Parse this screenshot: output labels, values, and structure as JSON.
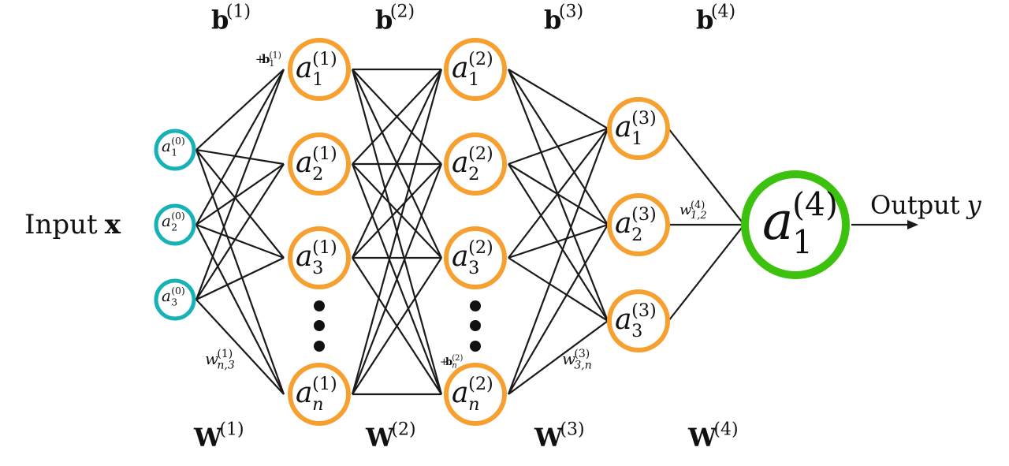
{
  "colors": {
    "input_node": "#17b2b5",
    "hidden_node": "#f7a032",
    "output_node": "#3cc20e",
    "edge": "#1a1a1a"
  },
  "input_label": {
    "text": "Input",
    "symbol": "x"
  },
  "output_label": {
    "text": "Output",
    "symbol": "y"
  },
  "biases": [
    {
      "base": "b",
      "sup": "(1)"
    },
    {
      "base": "b",
      "sup": "(2)"
    },
    {
      "base": "b",
      "sup": "(3)"
    },
    {
      "base": "b",
      "sup": "(4)"
    }
  ],
  "weights": [
    {
      "base": "W",
      "sup": "(1)"
    },
    {
      "base": "W",
      "sup": "(2)"
    },
    {
      "base": "W",
      "sup": "(3)"
    },
    {
      "base": "W",
      "sup": "(4)"
    }
  ],
  "layers": {
    "input": [
      {
        "base": "a",
        "sub": "1",
        "sup": "(0)"
      },
      {
        "base": "a",
        "sub": "2",
        "sup": "(0)"
      },
      {
        "base": "a",
        "sub": "3",
        "sup": "(0)"
      }
    ],
    "hidden1": [
      {
        "base": "a",
        "sub": "1",
        "sup": "(1)"
      },
      {
        "base": "a",
        "sub": "2",
        "sup": "(1)"
      },
      {
        "base": "a",
        "sub": "3",
        "sup": "(1)"
      },
      {
        "base": "a",
        "sub": "n",
        "sup": "(1)"
      }
    ],
    "hidden2": [
      {
        "base": "a",
        "sub": "1",
        "sup": "(2)"
      },
      {
        "base": "a",
        "sub": "2",
        "sup": "(2)"
      },
      {
        "base": "a",
        "sub": "3",
        "sup": "(2)"
      },
      {
        "base": "a",
        "sub": "n",
        "sup": "(2)"
      }
    ],
    "hidden3": [
      {
        "base": "a",
        "sub": "1",
        "sup": "(3)"
      },
      {
        "base": "a",
        "sub": "2",
        "sup": "(3)"
      },
      {
        "base": "a",
        "sub": "3",
        "sup": "(3)"
      }
    ],
    "output": [
      {
        "base": "a",
        "sub": "1",
        "sup": "(4)"
      }
    ]
  },
  "annotations": {
    "bias_term_1": {
      "prefix": "+",
      "base": "b",
      "sub": "1",
      "sup": "(1)"
    },
    "bias_term_2": {
      "prefix": "+",
      "base": "b",
      "sub": "n",
      "sup": "(2)"
    },
    "weight_n3_1": {
      "base": "w",
      "sub": "n,3",
      "sup": "(1)"
    },
    "weight_3n_3": {
      "base": "w",
      "sub": "3,n",
      "sup": "(3)"
    },
    "weight_12_4": {
      "base": "w",
      "sub": "1,2",
      "sup": "(4)"
    }
  }
}
